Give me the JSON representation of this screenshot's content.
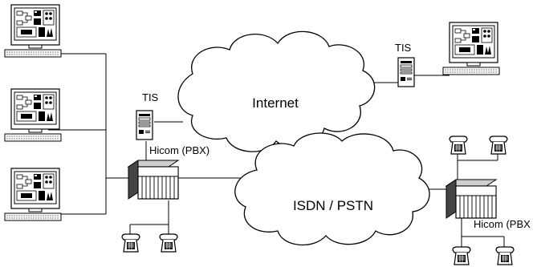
{
  "diagram": {
    "clouds": {
      "internet": "Internet",
      "isdn": "ISDN / PSTN"
    },
    "servers": {
      "left": "TIS",
      "right": "TIS"
    },
    "pbx": {
      "left": "Hicom (PBX)",
      "right": "Hicom (PBX"
    },
    "colors": {
      "stroke": "#000000",
      "fill": "#ffffff",
      "shade": "#cfcfcf",
      "dark": "#222222"
    }
  }
}
